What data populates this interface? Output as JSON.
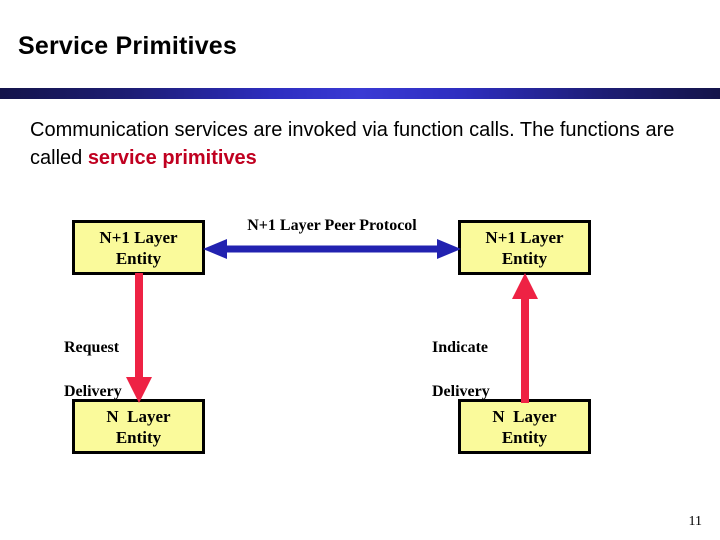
{
  "slide": {
    "title": "Service Primitives",
    "page_number": "11",
    "accent_bar_color": "#2e2ec0",
    "body": {
      "text_before": "Communication services are invoked via function calls. The functions are called ",
      "emphasis": "service primitives",
      "emphasis_color": "#c00020"
    }
  },
  "diagram": {
    "box_fill_color": "#fafa9b",
    "box_border_color": "#000000",
    "peer_arrow_color": "#2222b0",
    "service_arrow_color": "#ee2244",
    "boxes": [
      {
        "id": "top-left",
        "line1": "N+1 Layer",
        "line2": "Entity"
      },
      {
        "id": "top-right",
        "line1": "N+1 Layer",
        "line2": "Entity"
      },
      {
        "id": "bot-left",
        "line1": "N  Layer",
        "line2": "Entity"
      },
      {
        "id": "bot-right",
        "line1": "N  Layer",
        "line2": "Entity"
      }
    ],
    "peer_protocol_label": "N+1 Layer Peer Protocol",
    "primitives": [
      {
        "id": "request",
        "line1": "Request",
        "line2": "Delivery",
        "direction": "down"
      },
      {
        "id": "indicate",
        "line1": "Indicate",
        "line2": "Delivery",
        "direction": "up"
      }
    ]
  }
}
